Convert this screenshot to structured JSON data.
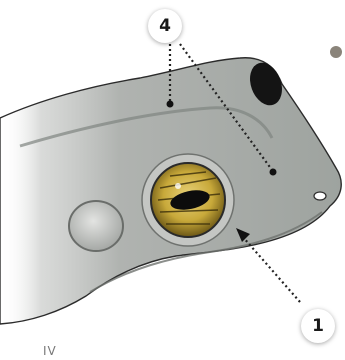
{
  "labels": {
    "callout_top": "4",
    "callout_bottom": "1",
    "corner_text": "IV"
  },
  "colors": {
    "skin": "#a9adaa",
    "eye_iris": "#c8a93a",
    "pupil": "#0c0c0c",
    "leader_line": "#222222",
    "background": "#ffffff"
  }
}
